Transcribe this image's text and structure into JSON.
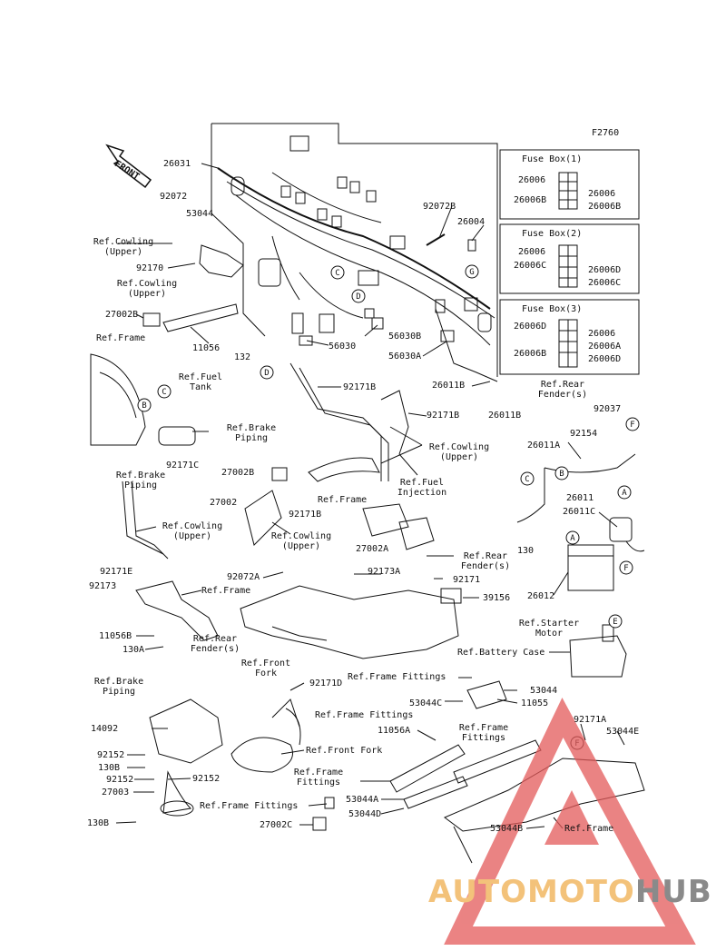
{
  "figure_code": "F2760",
  "front_arrow": "FRONT",
  "fuse_boxes": [
    {
      "title": "Fuse Box(1)",
      "left": [
        "26006",
        "26006B"
      ],
      "right": [
        "26006",
        "26006B"
      ]
    },
    {
      "title": "Fuse Box(2)",
      "left": [
        "26006",
        "26006C"
      ],
      "right": [
        "26006D",
        "26006C"
      ]
    },
    {
      "title": "Fuse Box(3)",
      "left": [
        "26006D",
        "26006B"
      ],
      "right": [
        "26006",
        "26006A",
        "26006D"
      ]
    }
  ],
  "callouts": {
    "c26031": "26031",
    "c92072": "92072",
    "c53044": "53044",
    "refCowlUpper1": [
      "Ref.Cowling",
      "(Upper)"
    ],
    "c92170": "92170",
    "refCowlUpper2": [
      "Ref.Cowling",
      "(Upper)"
    ],
    "c92072B": "92072B",
    "c26004": "26004",
    "c27002B_top": "27002B",
    "c11056": "11056",
    "c56030": "56030",
    "c56030B": "56030B",
    "c56030A": "56030A",
    "c132": "132",
    "refFrame1": "Ref.Frame",
    "refFuelTank": [
      "Ref.Fuel",
      "Tank"
    ],
    "c92171B_1": "92171B",
    "c26011B_1": "26011B",
    "c26011B_2": "26011B",
    "refRearFender1": [
      "Ref.Rear",
      "Fender(s)"
    ],
    "c92037": "92037",
    "refBrakePiping1": [
      "Ref.Brake",
      "Piping"
    ],
    "c92171B_2": "92171B",
    "refCowlUpper3": [
      "Ref.Cowling",
      "(Upper)"
    ],
    "c92171C": "92171C",
    "refBrakePiping2": [
      "Ref.Brake",
      "Piping"
    ],
    "c27002B_mid": "27002B",
    "c92154": "92154",
    "c26011A": "26011A",
    "refFuelInjection": [
      "Ref.Fuel",
      "Injection"
    ],
    "refFrame2": "Ref.Frame",
    "c26011": "26011",
    "c27002": "27002",
    "c92171B_3": "92171B",
    "c26011C": "26011C",
    "refCowlUpper4": [
      "Ref.Cowling",
      "(Upper)"
    ],
    "refCowlUpper5": [
      "Ref.Cowling",
      "(Upper)"
    ],
    "c27002A": "27002A",
    "refRearFender2": [
      "Ref.Rear",
      "Fender(s)"
    ],
    "c130_1": "130",
    "c92171E": "92171E",
    "c92072A": "92072A",
    "c92173A": "92173A",
    "c92171": "92171",
    "c92173": "92173",
    "refFrame3": "Ref.Frame",
    "c39156": "39156",
    "c26012": "26012",
    "refStarterMotor": [
      "Ref.Starter",
      "Motor"
    ],
    "c11056B": "11056B",
    "refRearFender3": [
      "Ref.Rear",
      "Fender(s)"
    ],
    "c130A": "130A",
    "refBatteryCase": "Ref.Battery Case",
    "refFrontFork1": [
      "Ref.Front",
      "Fork"
    ],
    "refBrakePiping3": [
      "Ref.Brake",
      "Piping"
    ],
    "c92171D": "92171D",
    "refFrameFittings1": "Ref.Frame Fittings",
    "c53044_2": "53044",
    "c53044C": "53044C",
    "c11055": "11055",
    "refFrameFittings2": "Ref.Frame Fittings",
    "c92171A": "92171A",
    "c14092": "14092",
    "c11056A": "11056A",
    "refFrameFittings3": [
      "Ref.Frame",
      "Fittings"
    ],
    "c53044E": "53044E",
    "refFrontFork2": "Ref.Front Fork",
    "c92152_1": "92152",
    "c130B_1": "130B",
    "c92152_2": "92152",
    "c92152_3": "92152",
    "refFrameFittings4": [
      "Ref.Frame",
      "Fittings"
    ],
    "c27003": "27003",
    "c53044A": "53044A",
    "refFrameFittings5": "Ref.Frame Fittings",
    "c53044D": "53044D",
    "c130B_2": "130B",
    "c27002C": "27002C",
    "c53044B": "53044B",
    "refFrame4": "Ref.Frame"
  },
  "circle_markers": [
    "A",
    "B",
    "C",
    "D",
    "E",
    "F",
    "G"
  ],
  "watermark": {
    "part1": "AUTOMOTO",
    "part2": "HUB"
  }
}
